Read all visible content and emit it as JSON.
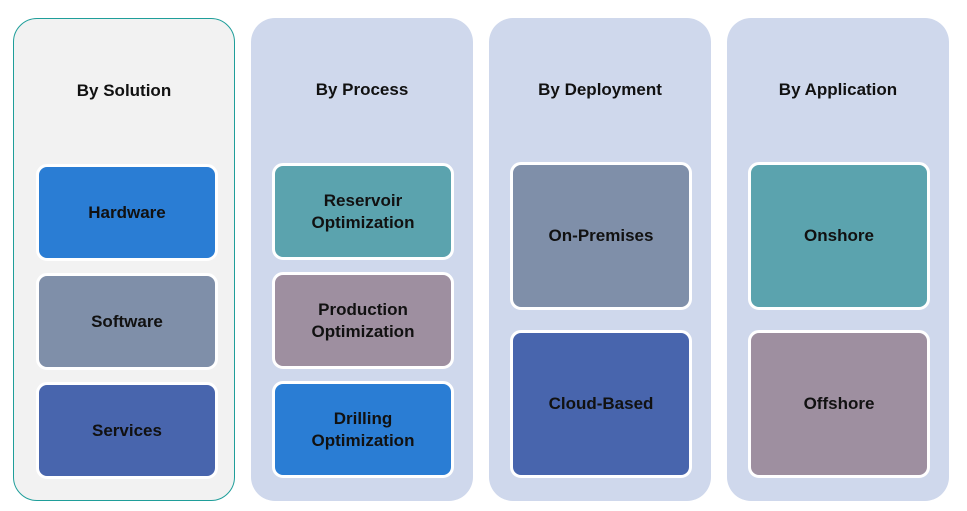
{
  "colors": {
    "blue": "#2a7dd4",
    "slate": "#7f8fa9",
    "indigo": "#4865ad",
    "teal": "#5ba3ae",
    "mauve": "#9e8fa0",
    "panel_light": "#f2f2f2",
    "panel_blue": "#cfd8ec",
    "panel_border": "#1f9e9a"
  },
  "columns": [
    {
      "title": "By Solution",
      "items": [
        "Hardware",
        "Software",
        "Services"
      ]
    },
    {
      "title": "By Process",
      "items": [
        "Reservoir Optimization",
        "Production Optimization",
        "Drilling Optimization"
      ]
    },
    {
      "title": "By Deployment",
      "items": [
        "On-Premises",
        "Cloud-Based"
      ]
    },
    {
      "title": "By Application",
      "items": [
        "Onshore",
        "Offshore"
      ]
    }
  ]
}
